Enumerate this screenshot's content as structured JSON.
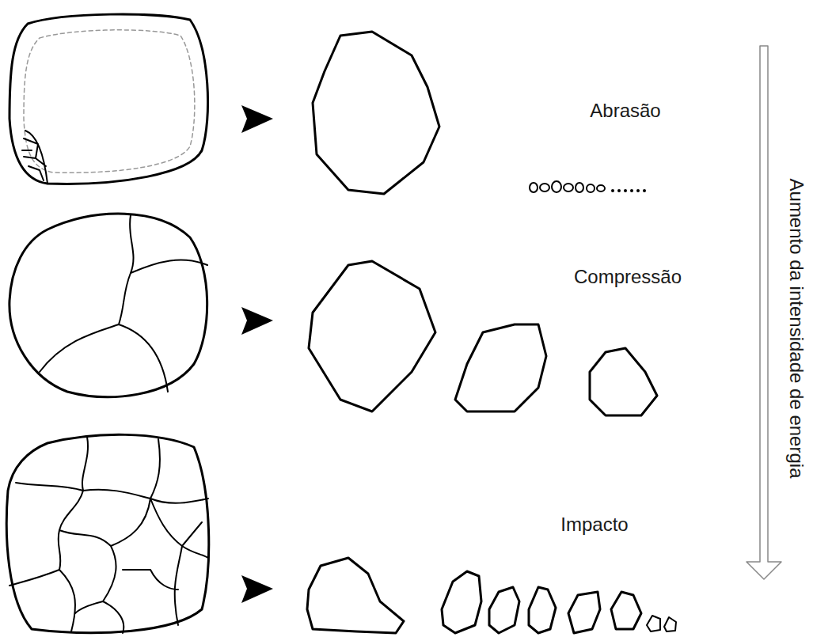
{
  "diagram": {
    "labels": [
      "Abrasão",
      "Compressão",
      "Impacto",
      "Aumento da intensidade de energia"
    ]
  }
}
